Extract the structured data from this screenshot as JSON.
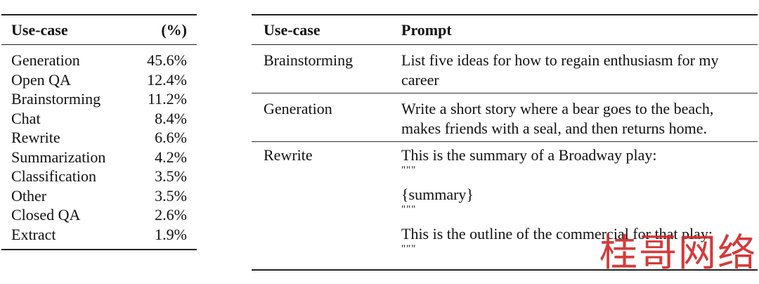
{
  "left_table": {
    "headers": [
      "Use-case",
      "(%)"
    ],
    "rows": [
      {
        "use_case": "Generation",
        "pct": "45.6%"
      },
      {
        "use_case": "Open QA",
        "pct": "12.4%"
      },
      {
        "use_case": "Brainstorming",
        "pct": "11.2%"
      },
      {
        "use_case": "Chat",
        "pct": "8.4%"
      },
      {
        "use_case": "Rewrite",
        "pct": "6.6%"
      },
      {
        "use_case": "Summarization",
        "pct": "4.2%"
      },
      {
        "use_case": "Classification",
        "pct": "3.5%"
      },
      {
        "use_case": "Other",
        "pct": "3.5%"
      },
      {
        "use_case": "Closed QA",
        "pct": "2.6%"
      },
      {
        "use_case": "Extract",
        "pct": "1.9%"
      }
    ]
  },
  "right_table": {
    "headers": [
      "Use-case",
      "Prompt"
    ],
    "rows": [
      {
        "use_case": "Brainstorming",
        "prompt_lines": [
          "List five ideas for how to regain enthusiasm for my",
          "career"
        ]
      },
      {
        "use_case": "Generation",
        "prompt_lines": [
          "Write a short story where a bear goes to the beach,",
          "makes friends with a seal, and then returns home."
        ]
      },
      {
        "use_case": "Rewrite",
        "prompt_lines": [
          "This is the summary of a Broadway play:",
          "\"\"\"",
          "{summary}",
          "\"\"\"",
          "This is the outline of the commercial for that play:",
          "\"\"\""
        ]
      }
    ]
  },
  "watermark": {
    "text": "桂哥网络",
    "color": "#d22a2a"
  }
}
